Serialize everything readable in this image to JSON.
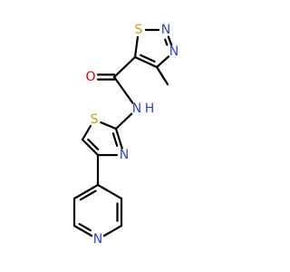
{
  "molecule": {
    "atoms": [
      {
        "id": "S1",
        "symbol": "S",
        "color": "#C8A200"
      },
      {
        "id": "N2",
        "symbol": "N",
        "color": "#2F3FE0"
      },
      {
        "id": "N3",
        "symbol": "N",
        "color": "#2F3FE0"
      },
      {
        "id": "C4",
        "symbol": "C"
      },
      {
        "id": "C5",
        "symbol": "C"
      },
      {
        "id": "Me",
        "symbol": "C"
      },
      {
        "id": "Ca",
        "symbol": "C"
      },
      {
        "id": "O",
        "symbol": "O",
        "color": "#E00000"
      },
      {
        "id": "NH",
        "symbol": "N",
        "label": "H",
        "color": "#2F3FE0"
      },
      {
        "id": "C2t",
        "symbol": "C"
      },
      {
        "id": "S1t",
        "symbol": "S",
        "color": "#C8A200"
      },
      {
        "id": "C5t",
        "symbol": "C"
      },
      {
        "id": "C4t",
        "symbol": "C"
      },
      {
        "id": "N3t",
        "symbol": "N",
        "color": "#2F3FE0"
      },
      {
        "id": "P4",
        "symbol": "C"
      },
      {
        "id": "P3",
        "symbol": "C"
      },
      {
        "id": "P2",
        "symbol": "C"
      },
      {
        "id": "Np",
        "symbol": "N",
        "color": "#2F3FE0"
      },
      {
        "id": "P6",
        "symbol": "C"
      },
      {
        "id": "P5",
        "symbol": "C"
      }
    ],
    "bonds": [
      {
        "a": "S1",
        "b": "N2",
        "order": 1
      },
      {
        "a": "N2",
        "b": "N3",
        "order": 2
      },
      {
        "a": "N3",
        "b": "C4",
        "order": 1
      },
      {
        "a": "C4",
        "b": "C5",
        "order": 2
      },
      {
        "a": "C5",
        "b": "S1",
        "order": 1
      },
      {
        "a": "C4",
        "b": "Me",
        "order": 1
      },
      {
        "a": "C5",
        "b": "Ca",
        "order": 1
      },
      {
        "a": "Ca",
        "b": "O",
        "order": 2
      },
      {
        "a": "Ca",
        "b": "NH",
        "order": 1
      },
      {
        "a": "NH",
        "b": "C2t",
        "order": 1
      },
      {
        "a": "C2t",
        "b": "S1t",
        "order": 1
      },
      {
        "a": "S1t",
        "b": "C5t",
        "order": 1
      },
      {
        "a": "C5t",
        "b": "C4t",
        "order": 2
      },
      {
        "a": "C4t",
        "b": "N3t",
        "order": 1
      },
      {
        "a": "N3t",
        "b": "C2t",
        "order": 2
      },
      {
        "a": "C4t",
        "b": "P4",
        "order": 1
      },
      {
        "a": "P4",
        "b": "P3",
        "order": 2
      },
      {
        "a": "P3",
        "b": "P2",
        "order": 1
      },
      {
        "a": "P2",
        "b": "Np",
        "order": 2
      },
      {
        "a": "Np",
        "b": "P6",
        "order": 1
      },
      {
        "a": "P6",
        "b": "P5",
        "order": 2
      },
      {
        "a": "P5",
        "b": "P4",
        "order": 1
      }
    ]
  }
}
